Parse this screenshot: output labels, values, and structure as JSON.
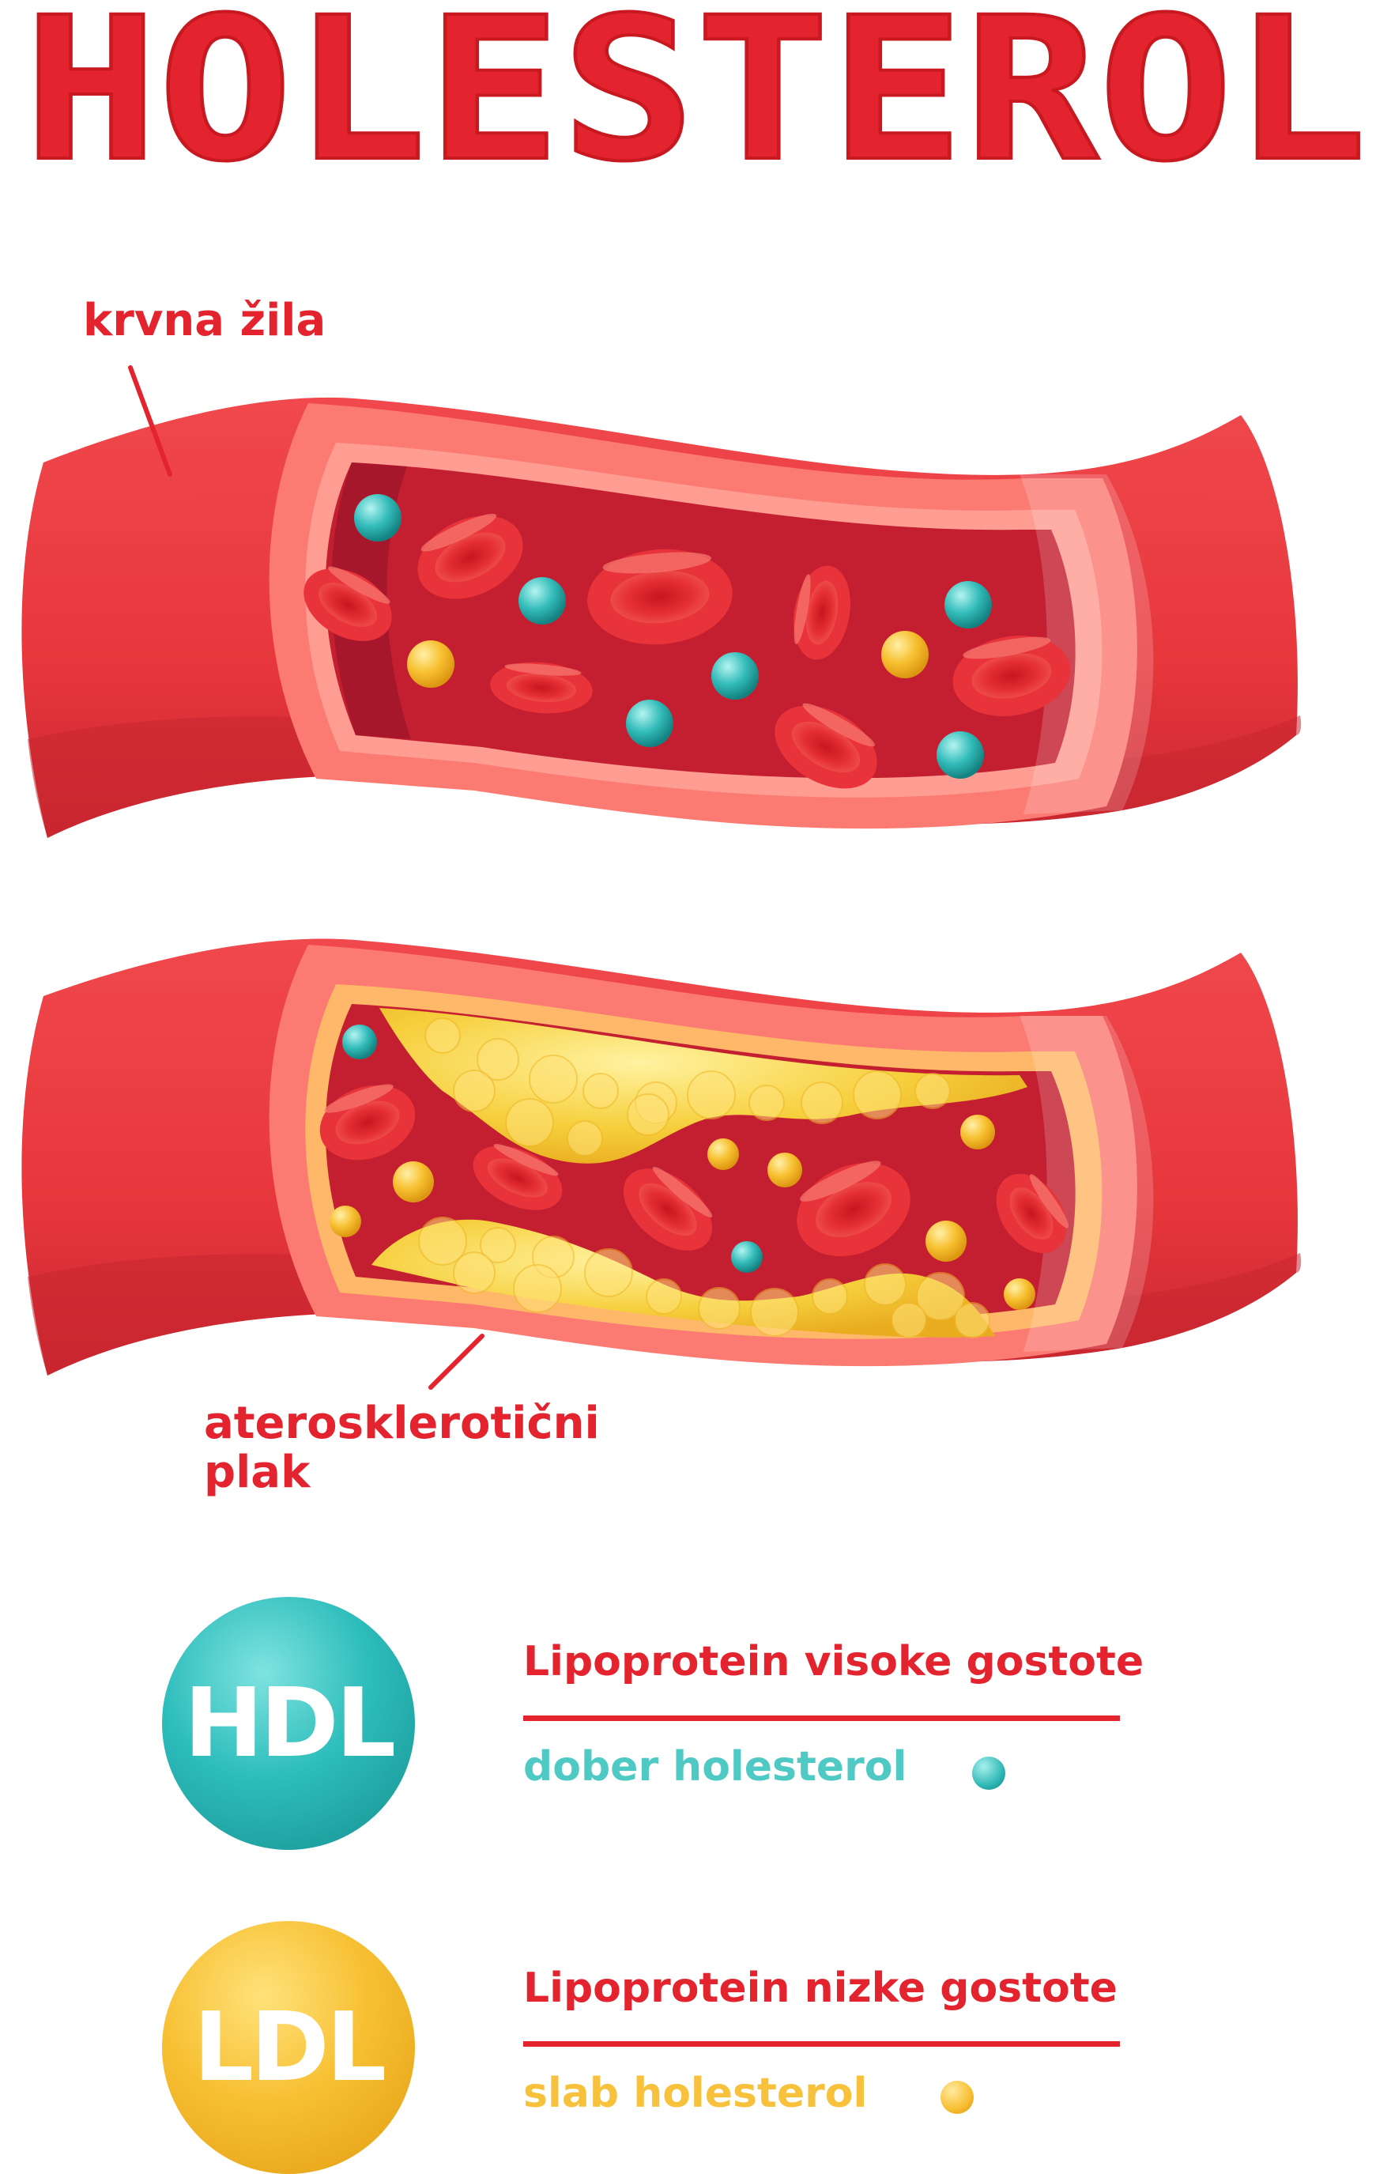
{
  "title": "HOLESTEROL",
  "labels": {
    "vessel": "krvna žila",
    "plaque_line1": "aterosklerotični",
    "plaque_line2": "plak"
  },
  "legend": [
    {
      "badge": "HDL",
      "title": "Lipoprotein visoke gostote",
      "subtitle": "dober holesterol"
    },
    {
      "badge": "LDL",
      "title": "Lipoprotein nizke gostote",
      "subtitle": "slab holesterol"
    }
  ],
  "colors": {
    "red": "#e3232d",
    "hdl": "#2dbdbb",
    "ldl": "#f7c033"
  }
}
